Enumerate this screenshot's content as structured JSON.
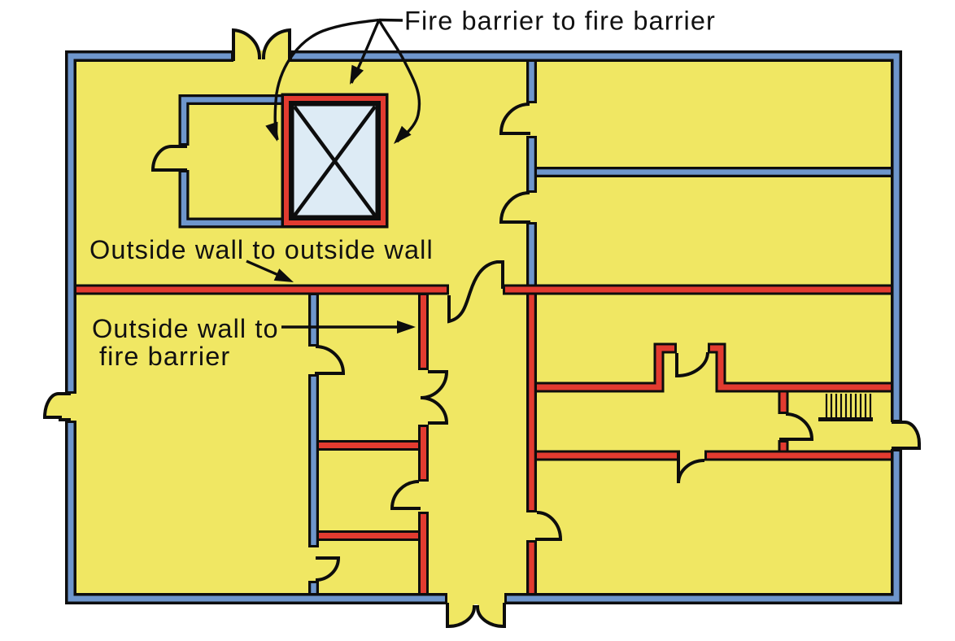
{
  "title": "Fire barrier floor plan diagram",
  "colors": {
    "background": "#ffffff",
    "floor": "#F0E763",
    "outside-wall": "#6E96CC",
    "fire-barrier": "#E23B30",
    "shaft-fill": "#DDEBF5",
    "outline": "#0d0d0d",
    "text": "#111111"
  },
  "labels": {
    "fire_barrier_to_fire_barrier": "Fire barrier to fire barrier",
    "outside_wall_to_outside_wall": "Outside wall to outside wall",
    "outside_wall_to_fire_barrier_line1": "Outside wall to",
    "outside_wall_to_fire_barrier_line2": "fire barrier"
  },
  "stairs": {
    "step_count": 10
  }
}
